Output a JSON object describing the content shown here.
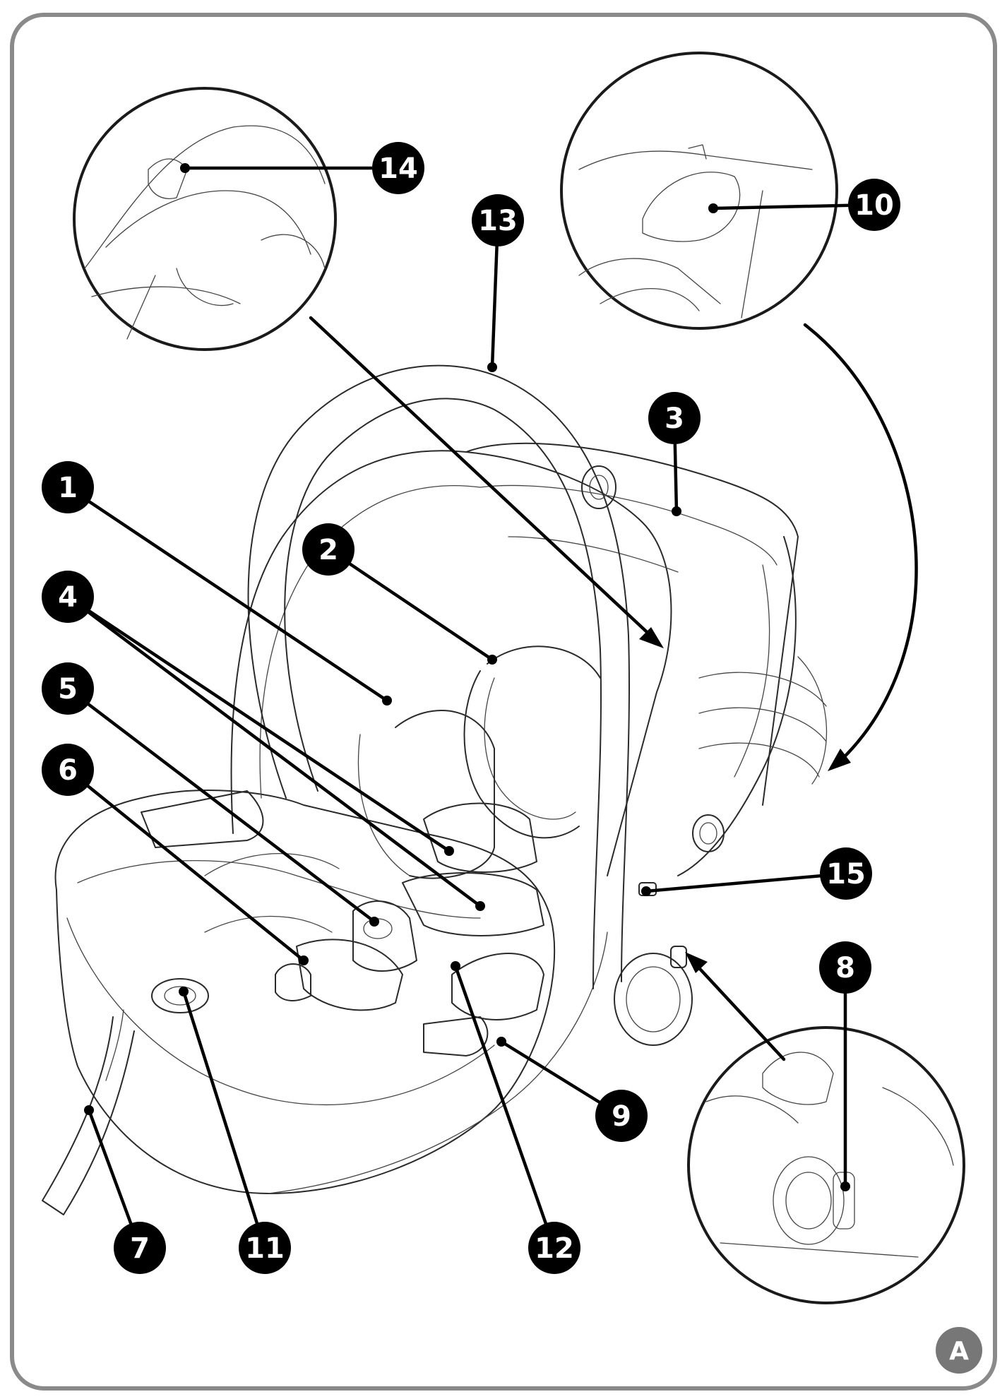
{
  "labels": [
    "1",
    "2",
    "3",
    "4",
    "5",
    "6",
    "7",
    "8",
    "9",
    "10",
    "11",
    "12",
    "13",
    "14",
    "15"
  ],
  "page_marker": "A",
  "colors": {
    "frame": "#8a8a8a",
    "badge": "#000000",
    "page_marker": "#777777",
    "lines": "#2a2a2a"
  }
}
